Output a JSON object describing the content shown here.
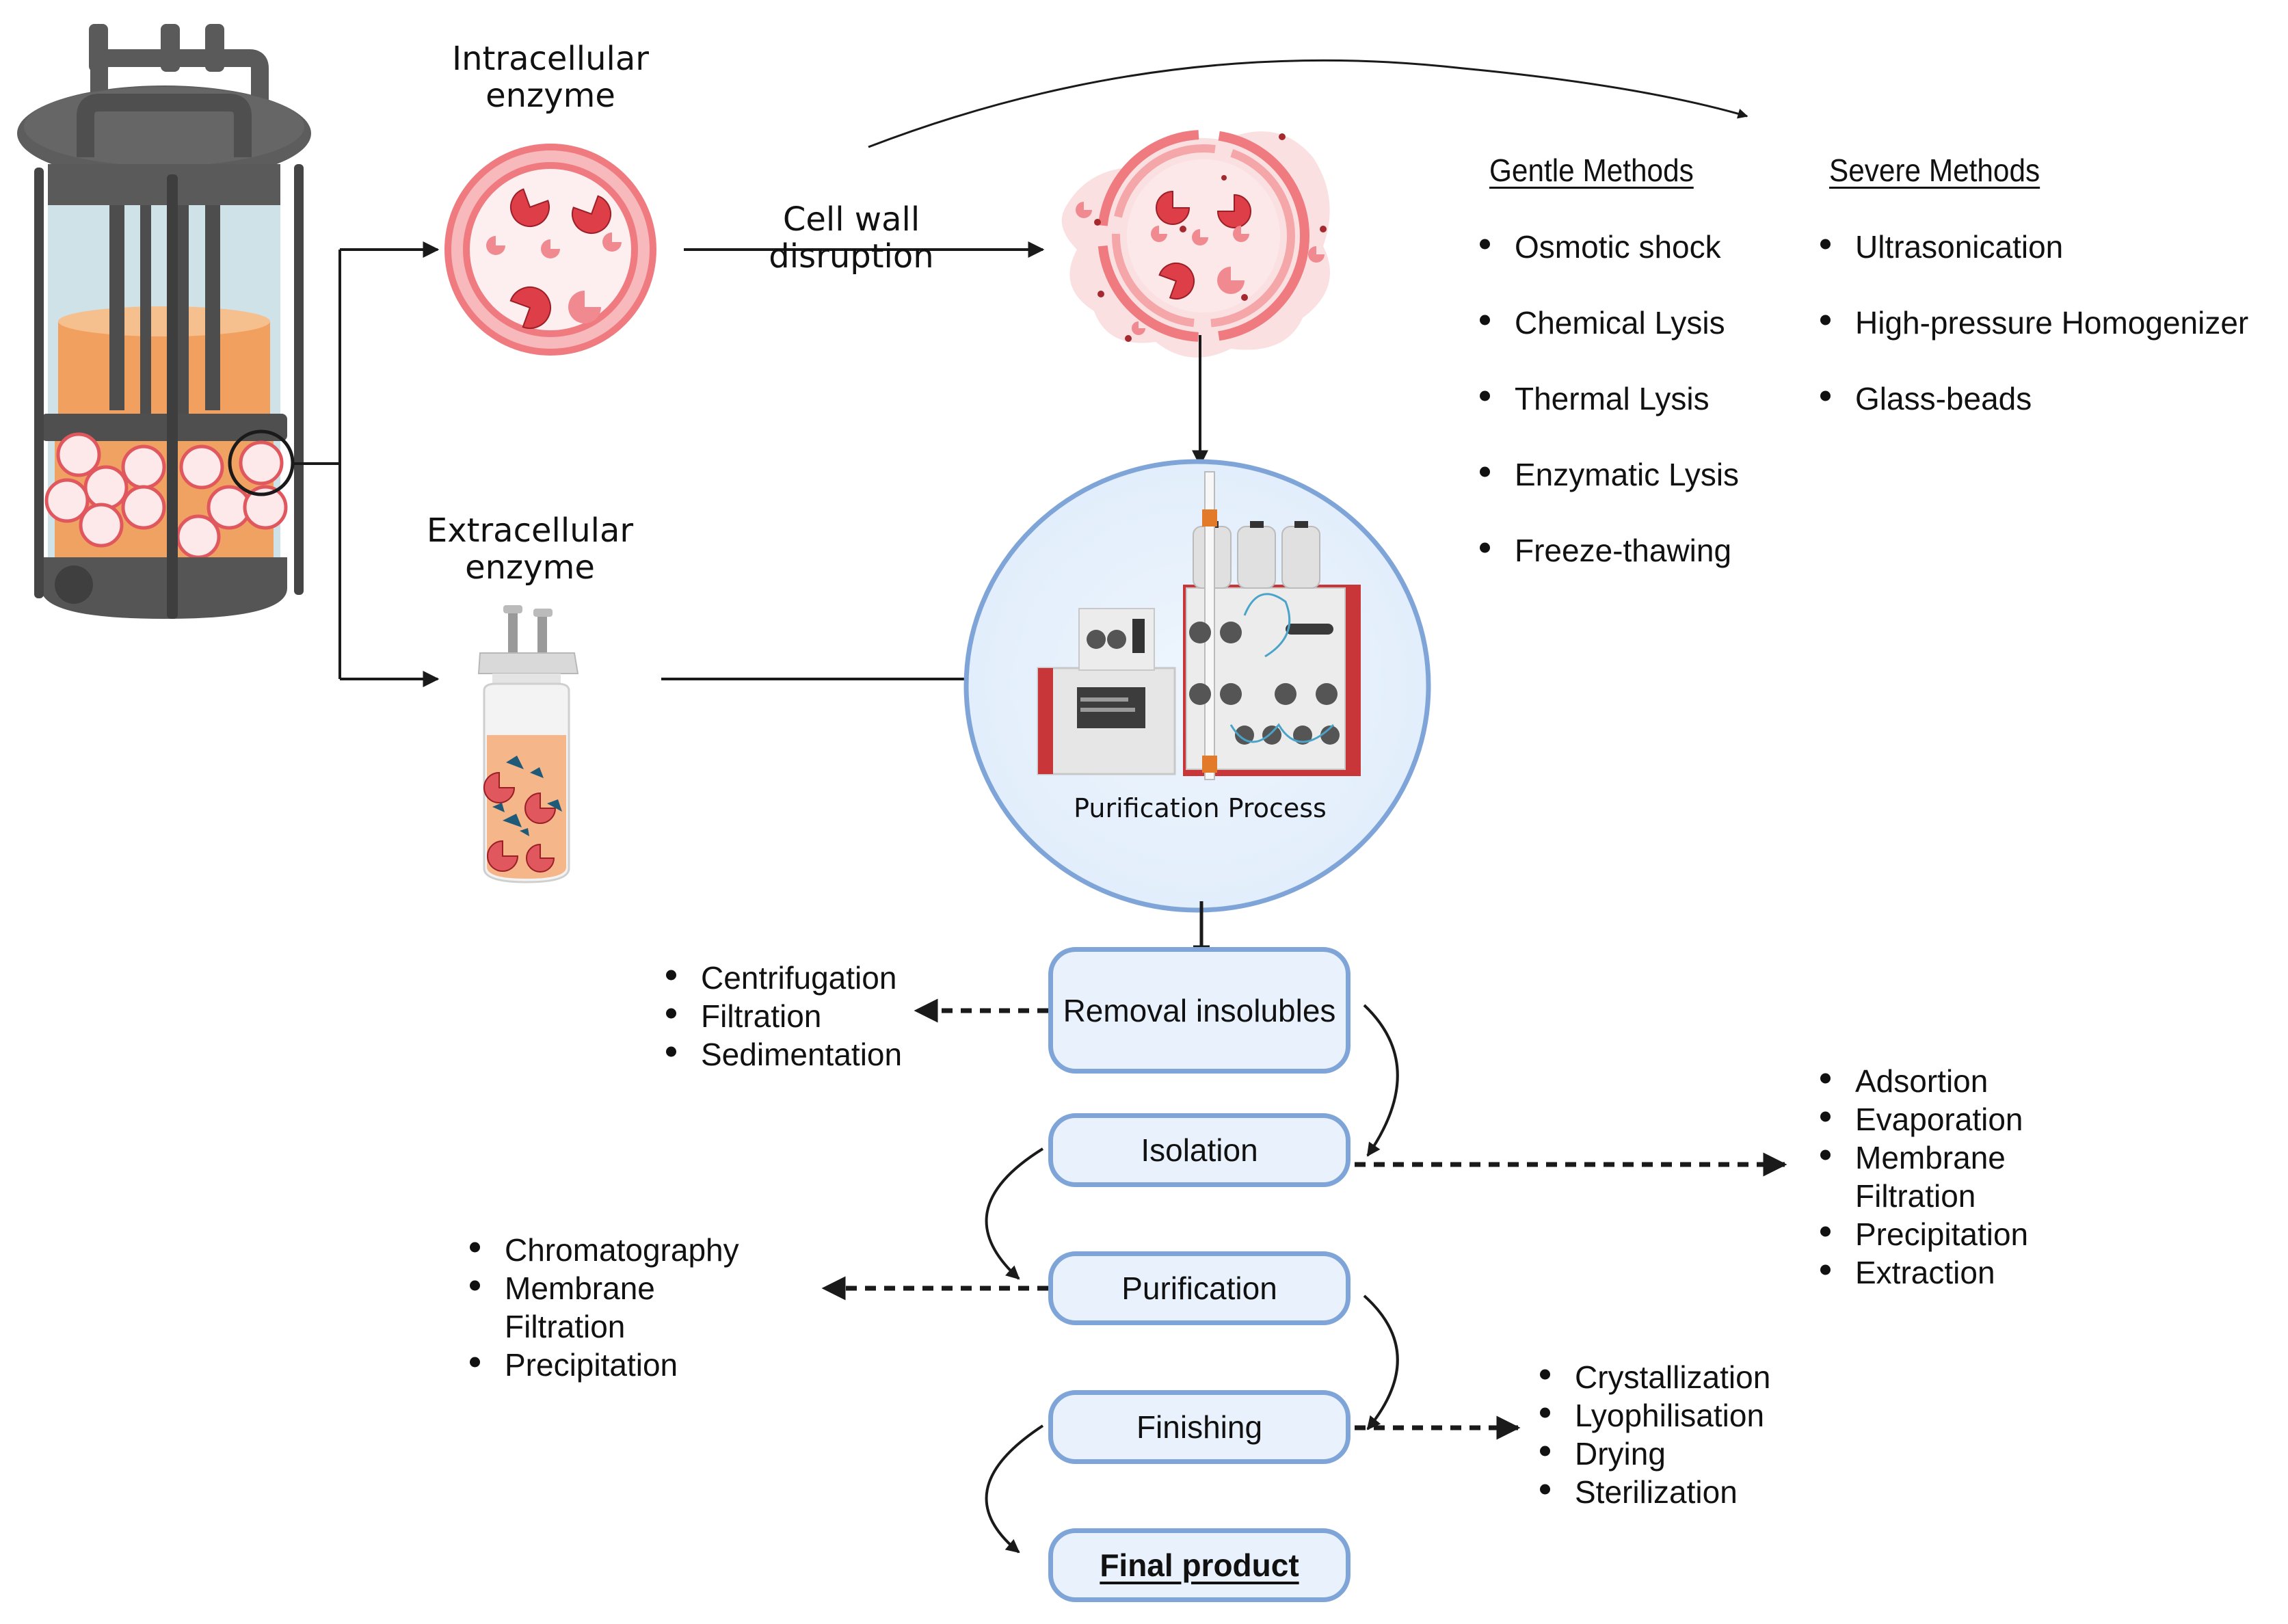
{
  "diagram": {
    "labels": {
      "intracellular": "Intracellular enzyme",
      "extracellular": "Extracellular enzyme",
      "cell_wall_disruption": "Cell wall disruption",
      "purification_process": "Purification Process"
    },
    "disruption_methods": {
      "gentle": {
        "heading": "Gentle Methods",
        "items": [
          "Osmotic shock",
          "Chemical Lysis",
          "Thermal Lysis",
          "Enzymatic Lysis",
          "Freeze-thawing"
        ]
      },
      "severe": {
        "heading": "Severe Methods",
        "items": [
          "Ultrasonication",
          "High-pressure Homogenizer",
          "Glass-beads"
        ]
      }
    },
    "steps": [
      {
        "label": "Removal insolubles",
        "methods": [
          "Centrifugation",
          "Filtration",
          "Sedimentation"
        ]
      },
      {
        "label": "Isolation",
        "methods": [
          "Adsortion",
          "Evaporation",
          "Membrane Filtration",
          "Precipitation",
          "Extraction"
        ]
      },
      {
        "label": "Purification",
        "methods": [
          "Chromatography",
          "Membrane Filtration",
          "Precipitation"
        ]
      },
      {
        "label": "Finishing",
        "methods": [
          "Crystallization",
          "Lyophilisation",
          "Drying",
          "Sterilization"
        ]
      },
      {
        "label": "Final product",
        "methods": []
      }
    ],
    "colors": {
      "box_fill": "#e8f1fc",
      "box_border": "#7fa5d8",
      "cell_red": "#e0585e",
      "cell_pink": "#f6c4c6",
      "medium_orange": "#f0a262",
      "reactor_gray": "#4a4a4a",
      "instrument_red": "#c8363a",
      "arrow": "#1a1a1a"
    }
  }
}
